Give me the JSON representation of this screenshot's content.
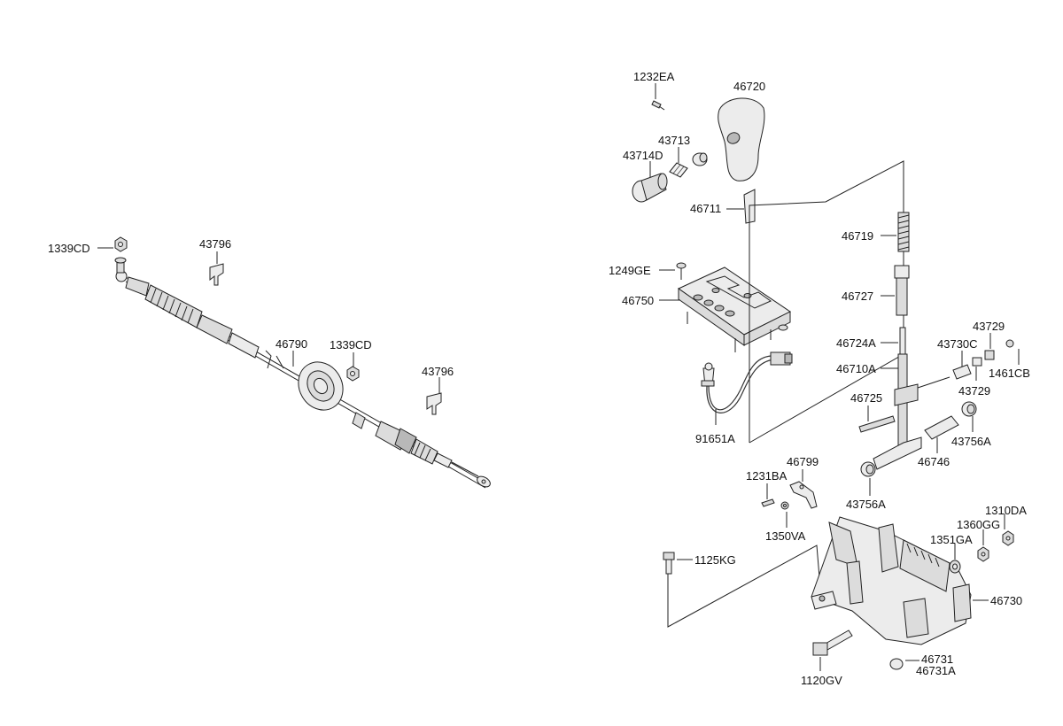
{
  "labels": {
    "l_1339CD_a": "1339CD",
    "l_43796_a": "43796",
    "l_46790": "46790",
    "l_1339CD_b": "1339CD",
    "l_43796_b": "43796",
    "l_1232EA": "1232EA",
    "l_46720": "46720",
    "l_43713": "43713",
    "l_43714D": "43714D",
    "l_46711": "46711",
    "l_1249GE": "1249GE",
    "l_46750": "46750",
    "l_91651A": "91651A",
    "l_46719": "46719",
    "l_46727": "46727",
    "l_46724A": "46724A",
    "l_46710A": "46710A",
    "l_43730C": "43730C",
    "l_43729_a": "43729",
    "l_1461CB": "1461CB",
    "l_43729_b": "43729",
    "l_46725": "46725",
    "l_43756A_a": "43756A",
    "l_46746": "46746",
    "l_43756A_b": "43756A",
    "l_46799": "46799",
    "l_1231BA": "1231BA",
    "l_1350VA": "1350VA",
    "l_1125KG": "1125KG",
    "l_1310DA": "1310DA",
    "l_1360GG": "1360GG",
    "l_1351GA": "1351GA",
    "l_46730": "46730",
    "l_46731": "46731",
    "l_46731A": "46731A",
    "l_1120GV": "1120GV"
  }
}
